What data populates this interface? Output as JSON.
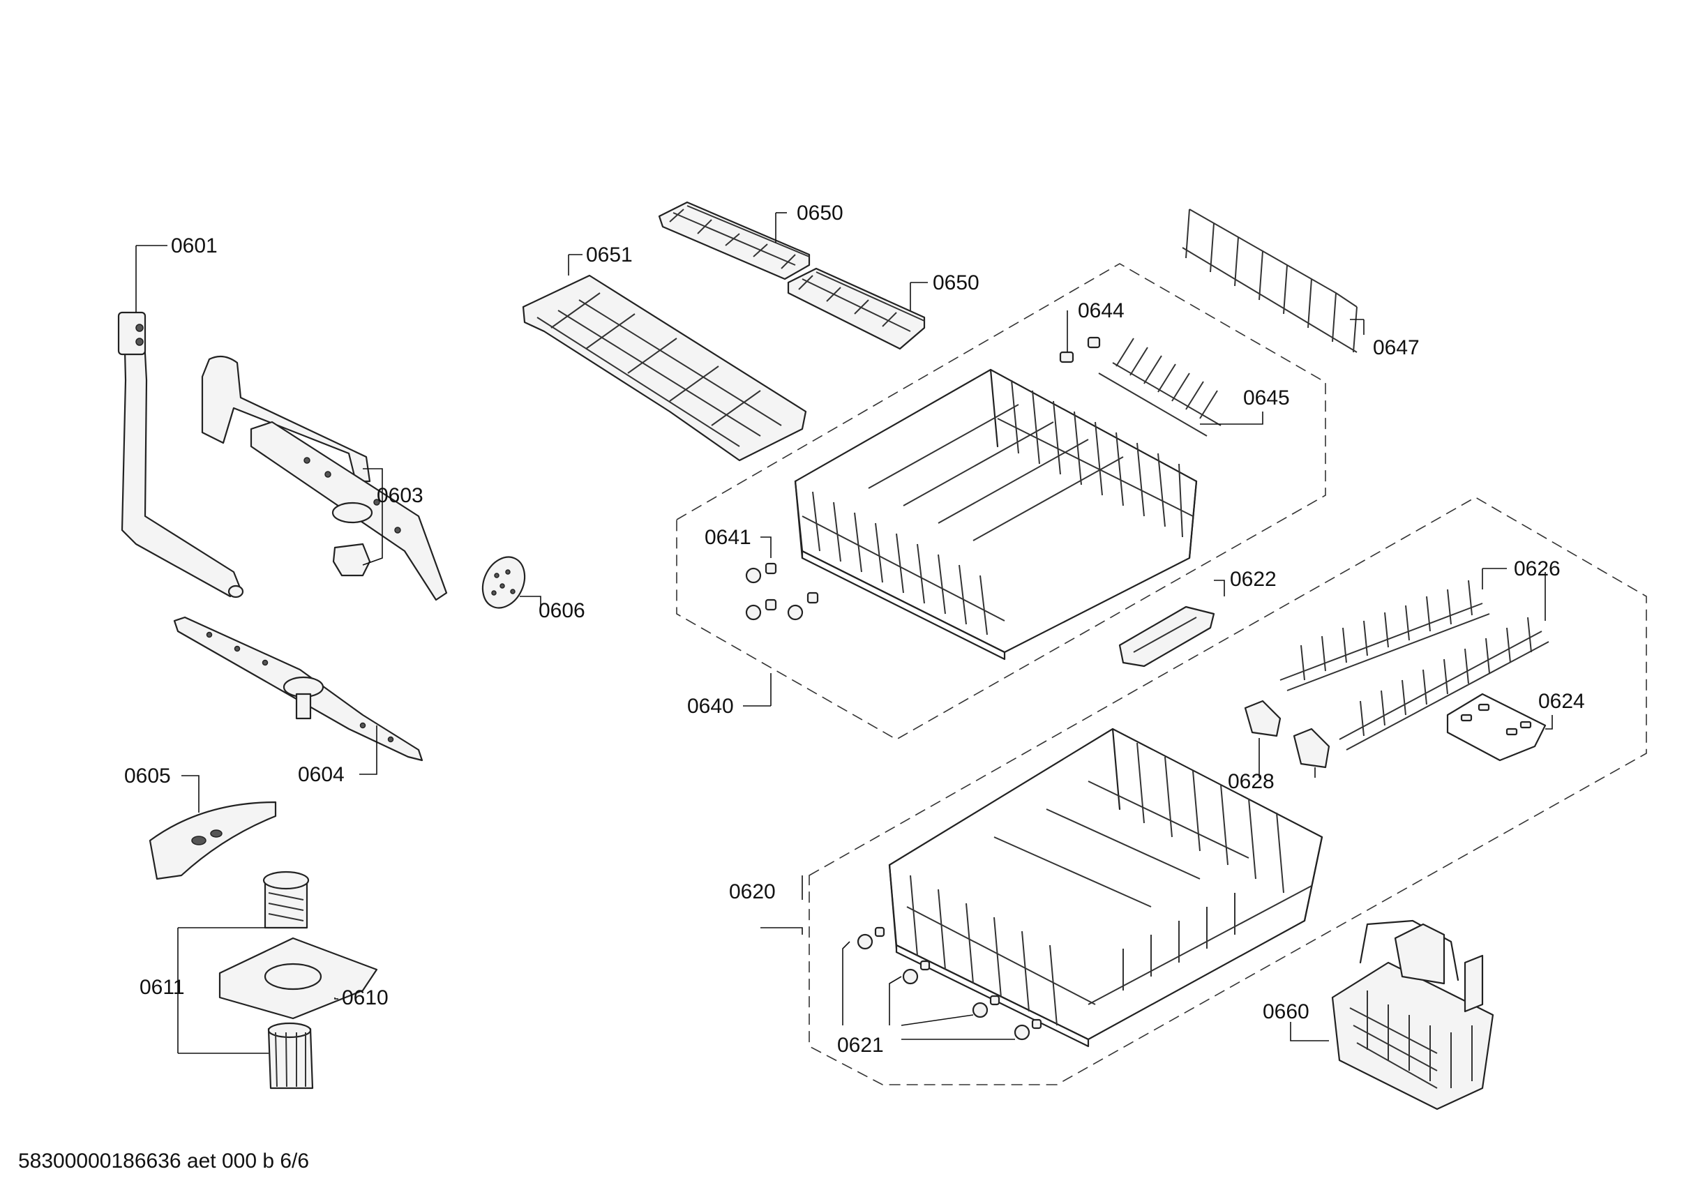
{
  "footer": {
    "code": "58300000186636 aet 000 b 6/6"
  },
  "labels": {
    "p0601": "0601",
    "p0603": "0603",
    "p0604": "0604",
    "p0605": "0605",
    "p0606": "0606",
    "p0610": "0610",
    "p0611": "0611",
    "p0620": "0620",
    "p0621": "0621",
    "p0622": "0622",
    "p0624": "0624",
    "p0626": "0626",
    "p0628": "0628",
    "p0640": "0640",
    "p0641": "0641",
    "p0644": "0644",
    "p0645": "0645",
    "p0647": "0647",
    "p0650a": "0650",
    "p0650b": "0650",
    "p0651": "0651",
    "p0660": "0660"
  },
  "icons": [
    "spray-arm-icon",
    "wire-basket-icon",
    "cutlery-basket-icon",
    "filter-icon",
    "roller-wheel-icon"
  ]
}
